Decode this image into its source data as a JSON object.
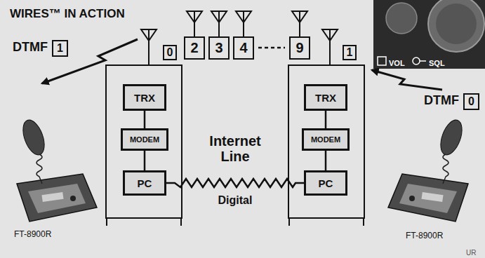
{
  "diagram": {
    "title": "WIRES™ IN ACTION",
    "nodes": [
      {
        "text": [
          "0"
        ]
      },
      {
        "text": [
          "TRX"
        ],
        "in": 0
      },
      {
        "text": [
          "MODEM"
        ],
        "in": 0
      },
      {
        "text": [
          "PC"
        ],
        "in": 0
      },
      {
        "text": [
          "1"
        ]
      },
      {
        "text": [
          "TRX"
        ],
        "in": 4
      },
      {
        "text": [
          "MODEM"
        ],
        "in": 4
      },
      {
        "text": [
          "PC"
        ],
        "in": 4
      },
      {
        "text": [
          "2"
        ]
      },
      {
        "text": [
          "3"
        ]
      },
      {
        "text": [
          "4"
        ]
      },
      {
        "text": [
          "9"
        ]
      }
    ],
    "edges": [
      {
        "from": 1,
        "to": 2,
        "arrow": "none"
      },
      {
        "from": 2,
        "to": 3,
        "arrow": "none"
      },
      {
        "from": 5,
        "to": 6,
        "arrow": "none"
      },
      {
        "from": 6,
        "to": 7,
        "arrow": "none"
      },
      {
        "from": 3,
        "to": 7,
        "arrow": "none"
      }
    ],
    "labels": [
      "DTMF",
      "1",
      "DTMF",
      "0",
      "FT-8900R",
      "FT-8900R",
      "Internet Line",
      "Digital",
      "VOL",
      "SQL",
      "UR"
    ]
  }
}
